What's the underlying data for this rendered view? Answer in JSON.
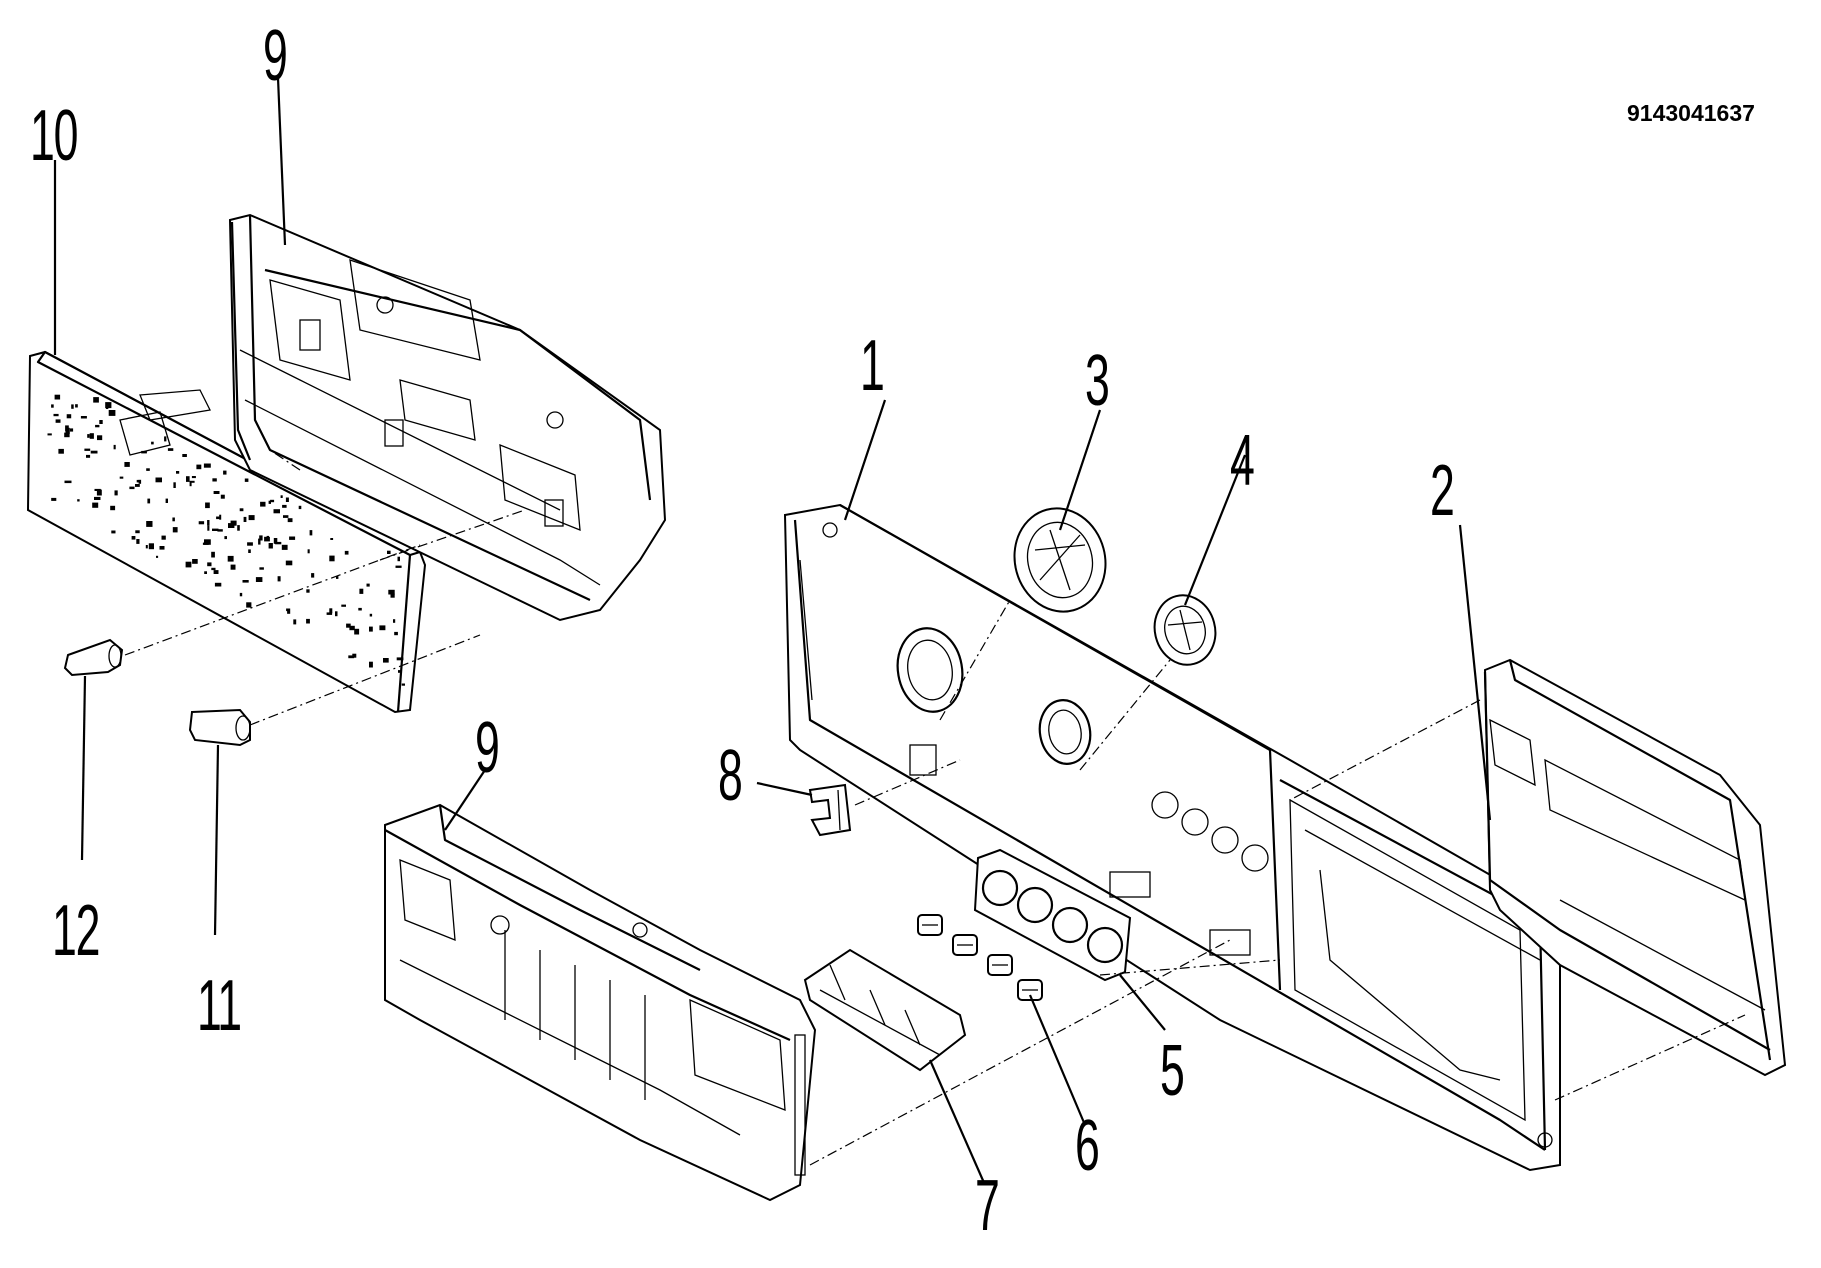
{
  "diagram": {
    "part_number": "9143041637",
    "callouts": [
      {
        "id": "c1",
        "text": "1"
      },
      {
        "id": "c2",
        "text": "2"
      },
      {
        "id": "c3",
        "text": "3"
      },
      {
        "id": "c4",
        "text": "4"
      },
      {
        "id": "c5",
        "text": "5"
      },
      {
        "id": "c6",
        "text": "6"
      },
      {
        "id": "c7",
        "text": "7"
      },
      {
        "id": "c8",
        "text": "8"
      },
      {
        "id": "c9a",
        "text": "9"
      },
      {
        "id": "c9b",
        "text": "9"
      },
      {
        "id": "c10",
        "text": "10"
      },
      {
        "id": "c11",
        "text": "11"
      },
      {
        "id": "c12",
        "text": "12"
      }
    ]
  }
}
